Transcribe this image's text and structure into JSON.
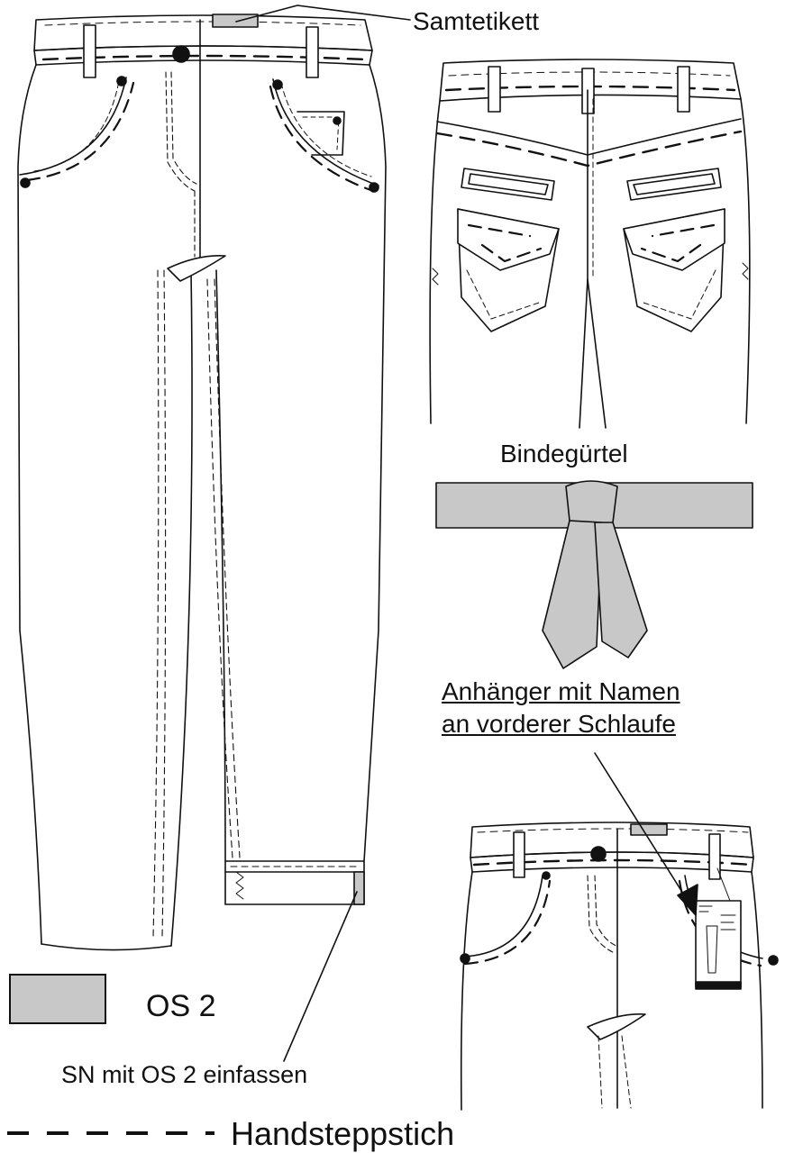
{
  "labels": {
    "samtetikett": "Samtetikett",
    "bindeguertel": "Bindegürtel",
    "anhaenger_line1": "Anhänger mit Namen",
    "anhaenger_line2": "an vorderer Schlaufe",
    "os2": "OS 2",
    "sn_einfassen": "SN mit OS 2 einfassen",
    "handsteppstich": "Handsteppstich"
  },
  "colors": {
    "fabric_grey": "#c8c8c8",
    "line": "#111111",
    "background": "#ffffff"
  }
}
